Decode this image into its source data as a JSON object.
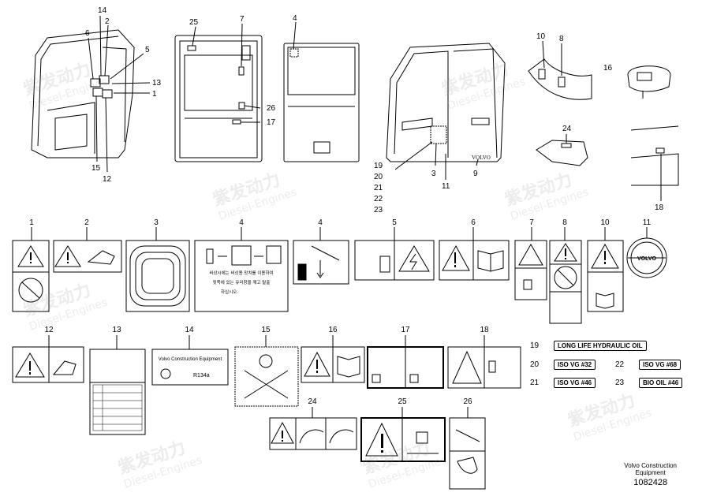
{
  "top_callouts": {
    "cab_left": [
      "14",
      "2",
      "6",
      "5",
      "13",
      "1",
      "15",
      "12"
    ],
    "door_panel": [
      "25",
      "7",
      "26",
      "17"
    ],
    "window": [
      "4"
    ],
    "cab_right": [
      "19",
      "20",
      "21",
      "22",
      "23",
      "3",
      "11",
      "9"
    ],
    "misc": [
      "10",
      "8",
      "16",
      "24",
      "18"
    ]
  },
  "decal_numbers": [
    "1",
    "2",
    "3",
    "4",
    "4",
    "5",
    "6",
    "7",
    "8",
    "10",
    "11",
    "12",
    "13",
    "14",
    "15",
    "16",
    "17",
    "18",
    "24",
    "25",
    "26"
  ],
  "decal_14": {
    "line1": "Volvo Construction Equipment",
    "line2": "R134a"
  },
  "decal_4_text": [
    "비상시에는 비상용 망치를 이용하여",
    "뒷쪽에 있는 유리창을 깨고 탈출",
    "하십시오."
  ],
  "brand_logo": "VOLVO",
  "oil_labels": [
    {
      "num": "19",
      "text": "LONG LIFE HYDRAULIC OIL"
    },
    {
      "num": "20",
      "text": "ISO VG #32"
    },
    {
      "num": "22",
      "text": "ISO VG #68"
    },
    {
      "num": "21",
      "text": "ISO VG #46"
    },
    {
      "num": "23",
      "text": "BIO OIL #46"
    }
  ],
  "footer": {
    "line1": "Volvo Construction",
    "line2": "Equipment",
    "part_number": "1082428"
  },
  "watermark": {
    "cn": "紫发动力",
    "en": "Diesel-Engines"
  }
}
